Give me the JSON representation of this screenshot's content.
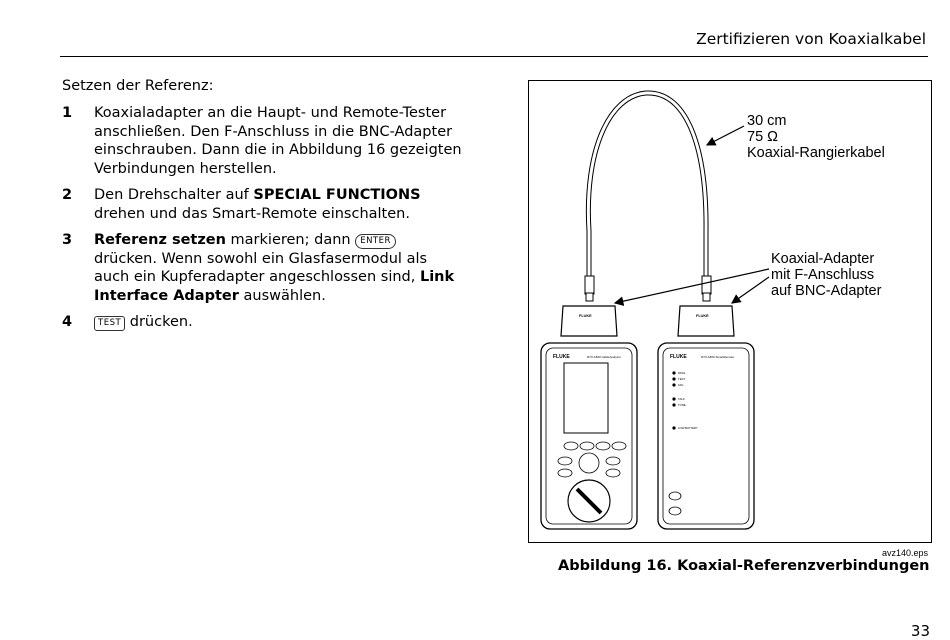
{
  "header": {
    "title": "Zertifizieren von Koaxialkabel"
  },
  "body": {
    "intro": "Setzen der Referenz:",
    "steps": [
      {
        "num": "1",
        "text": "Koaxialadapter an die Haupt- und Remote-Tester anschließen. Den F-Anschluss in die BNC-Adapter einschrauben. Dann die in Abbildung 16 gezeigten Verbindungen herstellen."
      },
      {
        "num": "2",
        "pre": "Den Drehschalter auf ",
        "bold": "SPECIAL FUNCTIONS",
        "post": " drehen und das Smart-Remote einschalten."
      },
      {
        "num": "3",
        "bold1": "Referenz setzen",
        "mid1": " markieren; dann ",
        "key": "ENTER",
        "mid2": " drücken. Wenn sowohl ein Glasfasermodul als auch ein Kupferadapter angeschlossen sind, ",
        "bold2": "Link Interface Adapter",
        "post": " auswählen."
      },
      {
        "num": "4",
        "key": "TEST",
        "post": " drücken."
      }
    ]
  },
  "figure": {
    "cable_label": [
      "30 cm",
      "75 Ω",
      "Koaxial-Rangierkabel"
    ],
    "adapter_label": [
      "Koaxial-Adapter",
      "mit F-Anschluss",
      "auf BNC-Adapter"
    ],
    "brand": "FLUKE",
    "adapter_brand": "FLUKE",
    "main_model": "DTX-1800 CableAnalyzer",
    "remote_model": "DTX-1800 SmartRemote",
    "remote_leds": [
      "PASS",
      "TEST",
      "FAIL",
      "TALK",
      "TONE"
    ],
    "low_battery": "LOW BATTERY",
    "file_name": "avz140.eps",
    "caption": "Abbildung 16. Koaxial-Referenzverbindungen"
  },
  "page_number": "33"
}
